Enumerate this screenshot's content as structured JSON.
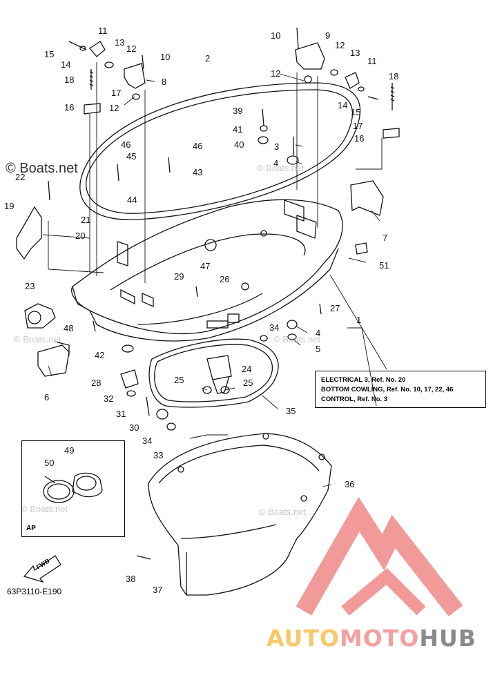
{
  "callouts": [
    {
      "id": "c11a",
      "text": "11"
    },
    {
      "id": "c13a",
      "text": "13"
    },
    {
      "id": "c15a",
      "text": "15"
    },
    {
      "id": "c12a",
      "text": "12"
    },
    {
      "id": "c14a",
      "text": "14"
    },
    {
      "id": "c10a",
      "text": "10"
    },
    {
      "id": "c18a",
      "text": "18"
    },
    {
      "id": "c8",
      "text": "8"
    },
    {
      "id": "c17a",
      "text": "17"
    },
    {
      "id": "c16a",
      "text": "16"
    },
    {
      "id": "c12b",
      "text": "12"
    },
    {
      "id": "c2",
      "text": "2"
    },
    {
      "id": "c10b",
      "text": "10"
    },
    {
      "id": "c9",
      "text": "9"
    },
    {
      "id": "c12c",
      "text": "12"
    },
    {
      "id": "c13b",
      "text": "13"
    },
    {
      "id": "c11b",
      "text": "11"
    },
    {
      "id": "c12d",
      "text": "12"
    },
    {
      "id": "c18b",
      "text": "18"
    },
    {
      "id": "c14b",
      "text": "14"
    },
    {
      "id": "c15b",
      "text": "15"
    },
    {
      "id": "c39",
      "text": "39"
    },
    {
      "id": "c41",
      "text": "41"
    },
    {
      "id": "c40",
      "text": "40"
    },
    {
      "id": "c3",
      "text": "3"
    },
    {
      "id": "c17b",
      "text": "17"
    },
    {
      "id": "c16b",
      "text": "16"
    },
    {
      "id": "c46a",
      "text": "46"
    },
    {
      "id": "c45",
      "text": "45"
    },
    {
      "id": "c46b",
      "text": "46"
    },
    {
      "id": "c43",
      "text": "43"
    },
    {
      "id": "c4a",
      "text": "4"
    },
    {
      "id": "c22",
      "text": "22"
    },
    {
      "id": "c44",
      "text": "44"
    },
    {
      "id": "c19",
      "text": "19"
    },
    {
      "id": "c21",
      "text": "21"
    },
    {
      "id": "c20",
      "text": "20"
    },
    {
      "id": "c7",
      "text": "7"
    },
    {
      "id": "c51",
      "text": "51"
    },
    {
      "id": "c23",
      "text": "23"
    },
    {
      "id": "c29",
      "text": "29"
    },
    {
      "id": "c47",
      "text": "47"
    },
    {
      "id": "c26",
      "text": "26"
    },
    {
      "id": "c27",
      "text": "27"
    },
    {
      "id": "c1",
      "text": "1"
    },
    {
      "id": "c48",
      "text": "48"
    },
    {
      "id": "c34a",
      "text": "34"
    },
    {
      "id": "c4b",
      "text": "4"
    },
    {
      "id": "c5",
      "text": "5"
    },
    {
      "id": "c42",
      "text": "42"
    },
    {
      "id": "c6",
      "text": "6"
    },
    {
      "id": "c24",
      "text": "24"
    },
    {
      "id": "c28",
      "text": "28"
    },
    {
      "id": "c25a",
      "text": "25"
    },
    {
      "id": "c25b",
      "text": "25"
    },
    {
      "id": "c32",
      "text": "32"
    },
    {
      "id": "c31",
      "text": "31"
    },
    {
      "id": "c35",
      "text": "35"
    },
    {
      "id": "c30",
      "text": "30"
    },
    {
      "id": "c34b",
      "text": "34"
    },
    {
      "id": "c33",
      "text": "33"
    },
    {
      "id": "c49",
      "text": "49"
    },
    {
      "id": "c50",
      "text": "50"
    },
    {
      "id": "c36",
      "text": "36"
    },
    {
      "id": "c38",
      "text": "38"
    },
    {
      "id": "c37",
      "text": "37"
    }
  ],
  "reference_box": {
    "lines": [
      "ELECTRICAL 3, Ref. No. 20",
      "BOTTOM COWLING, Ref. No. 10, 17, 22, 46",
      "CONTROL, Ref. No. 3"
    ]
  },
  "inset": {
    "label": "AP"
  },
  "direction_tag": "FWD",
  "diagram_code": "63P3110-E190",
  "watermarks": {
    "main": "© Boats.net",
    "faint": "© Boats.net"
  },
  "brand": {
    "part1": "AUTO",
    "part2": "MOTO",
    "part3": "HUB"
  },
  "colors": {
    "ink": "#111111",
    "brand_yellow": "#f7c96a",
    "brand_pink": "#f4a0a0",
    "brand_gray": "#8a8a8a",
    "logo_red": "#f08080"
  }
}
